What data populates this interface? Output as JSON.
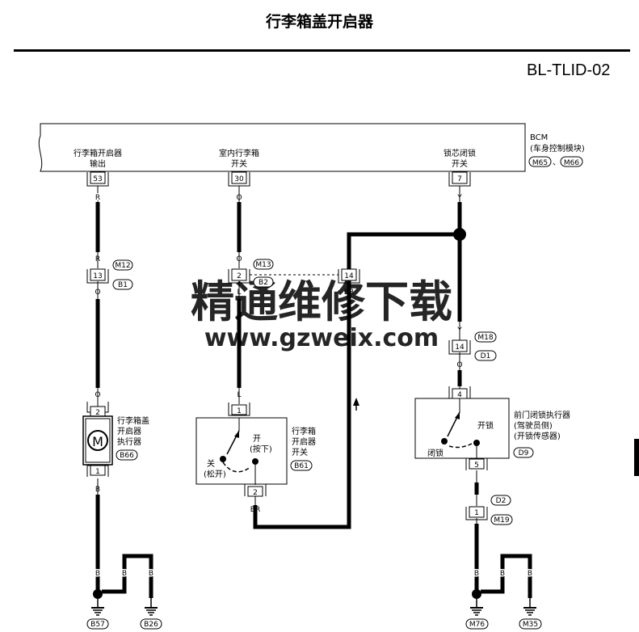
{
  "header": {
    "title": "行李箱盖开启器",
    "diagram_id": "BL-TLID-02"
  },
  "bcm": {
    "label": "BCM",
    "desc": "(车身控制模块)",
    "conn1": "M65",
    "conn_sep": "、",
    "conn2": "M66",
    "pins": {
      "output_l1": "行李箱开启器",
      "output_l2": "输出",
      "switch_l1": "室内行李箱",
      "switch_l2": "开关",
      "lock_l1": "锁芯闭锁",
      "lock_l2": "开关"
    }
  },
  "pin_numbers": {
    "p53": "53",
    "p30": "30",
    "p7": "7",
    "p13": "13",
    "p2a": "2",
    "p14a": "14",
    "p14b": "14",
    "act_2": "2",
    "act_1": "1",
    "sw_1": "1",
    "sw_2": "2",
    "d9_4": "4",
    "d9_5": "5",
    "d2_1": "1"
  },
  "wire_colors": {
    "r1": "R",
    "r2": "R",
    "o1": "O",
    "o2": "O",
    "b1": "B",
    "o3": "O",
    "o4": "O",
    "l1": "L",
    "l2": "L",
    "y1": "Y",
    "y2": "Y",
    "y3": "Y",
    "br1": "BR",
    "br2": "BR",
    "o5": "O",
    "b2": "B",
    "b3": "B",
    "b4": "B",
    "b5": "B",
    "b6": "B",
    "b7": "B",
    "b8": "B"
  },
  "connectors": {
    "m12": "M12",
    "b1": "B1",
    "m13": "M13",
    "b2": "B2",
    "m18": "M18",
    "d1": "D1",
    "d2": "D2",
    "m19": "M19",
    "b66": "B66",
    "b61": "B61",
    "d9": "D9"
  },
  "grounds": {
    "g1": "B57",
    "g2": "B26",
    "g3": "M76",
    "g4": "M35"
  },
  "components": {
    "actuator": {
      "l1": "行李箱盖",
      "l2": "开启器",
      "l3": "执行器",
      "motor": "M"
    },
    "switch": {
      "l1": "行李箱",
      "l2": "开启器",
      "l3": "开关",
      "open": "开",
      "open_sub": "(按下)",
      "close": "关",
      "close_sub": "(松开)"
    },
    "door_lock": {
      "l1": "前门闭锁执行器",
      "l2": "(驾驶员侧)",
      "l3": "(开锁传感器)",
      "unlock": "开锁",
      "lock": "闭锁"
    }
  },
  "watermark": {
    "cn": "精通维修下载",
    "url": "www.gzweix.com",
    "color": "#f6b98a"
  }
}
